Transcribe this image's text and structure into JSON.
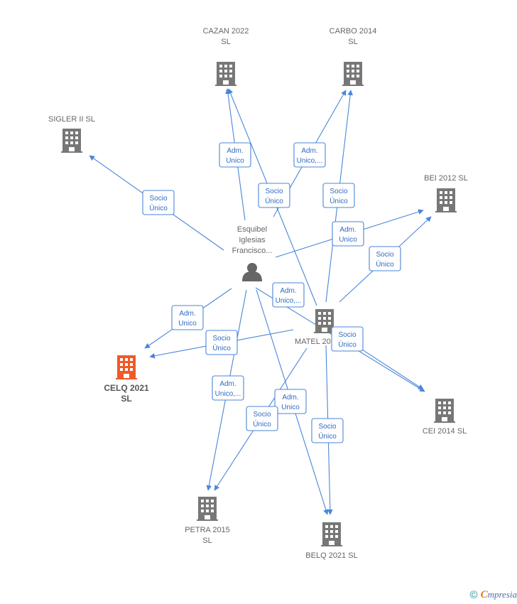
{
  "colors": {
    "edge": "#4a86d8",
    "company": "#777777",
    "highlight": "#f05a28",
    "person": "#666666"
  },
  "nodes": {
    "person": {
      "lines": [
        "Esquibel",
        "Iglesias",
        "Francisco..."
      ],
      "type": "person-icon"
    },
    "cazan": {
      "lines": [
        "CAZAN 2022",
        "SL"
      ],
      "type": "building-icon"
    },
    "carbo": {
      "lines": [
        "CARBO 2014",
        "SL"
      ],
      "type": "building-icon"
    },
    "sigler": {
      "lines": [
        "SIGLER II SL"
      ],
      "type": "building-icon"
    },
    "bei": {
      "lines": [
        "BEI 2012 SL"
      ],
      "type": "building-icon"
    },
    "matel": {
      "lines": [
        "MATEL 20..."
      ],
      "type": "building-icon"
    },
    "celq": {
      "lines": [
        "CELQ 2021",
        "SL"
      ],
      "type": "building-icon",
      "highlight": true
    },
    "cei": {
      "lines": [
        "CEI 2014  SL"
      ],
      "type": "building-icon"
    },
    "petra": {
      "lines": [
        "PETRA 2015",
        "SL"
      ],
      "type": "building-icon"
    },
    "belq": {
      "lines": [
        "BELQ 2021  SL"
      ],
      "type": "building-icon"
    }
  },
  "edges": [
    {
      "from": "person",
      "to": "cazan",
      "label": [
        "Adm.",
        "Unico"
      ]
    },
    {
      "from": "person",
      "to": "carbo",
      "label": [
        "Adm.",
        "Unico,..."
      ]
    },
    {
      "from": "person",
      "to": "sigler",
      "label": [
        "Socio",
        "Único"
      ]
    },
    {
      "from": "person",
      "to": "bei",
      "label": [
        "Adm.",
        "Unico"
      ]
    },
    {
      "from": "person",
      "to": "celq",
      "label": [
        "Adm.",
        "Unico"
      ]
    },
    {
      "from": "person",
      "to": "cei",
      "label": [
        "Adm.",
        "Unico,..."
      ]
    },
    {
      "from": "person",
      "to": "petra",
      "label": [
        "Adm.",
        "Unico,..."
      ]
    },
    {
      "from": "person",
      "to": "belq",
      "label": [
        "Adm.",
        "Unico"
      ]
    },
    {
      "from": "matel",
      "to": "cazan",
      "label": [
        "Socio",
        "Único"
      ]
    },
    {
      "from": "matel",
      "to": "carbo",
      "label": [
        "Socio",
        "Único"
      ]
    },
    {
      "from": "matel",
      "to": "bei",
      "label": [
        "Socio",
        "Único"
      ]
    },
    {
      "from": "matel",
      "to": "celq",
      "label": [
        "Socio",
        "Único"
      ]
    },
    {
      "from": "matel",
      "to": "cei",
      "label": [
        "Socio",
        "Único"
      ]
    },
    {
      "from": "matel",
      "to": "petra",
      "label": [
        "Socio",
        "Único"
      ]
    },
    {
      "from": "matel",
      "to": "belq",
      "label": [
        "Socio",
        "Único"
      ]
    }
  ],
  "footer": {
    "copyright": "©",
    "brand_initial": "C",
    "brand_rest": "mpresia"
  }
}
